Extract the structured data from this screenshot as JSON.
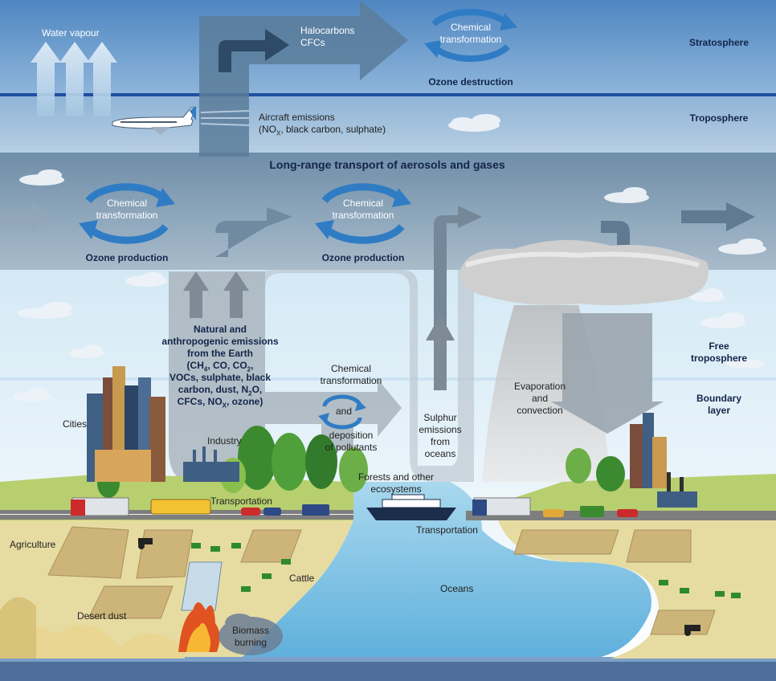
{
  "atmosphere_layers": {
    "stratosphere": "Stratosphere",
    "troposphere": "Troposphere",
    "free_troposphere_line1": "Free",
    "free_troposphere_line2": "troposphere",
    "boundary_layer_line1": "Boundary",
    "boundary_layer_line2": "layer"
  },
  "top": {
    "water_vapour": "Water vapour",
    "halocarbons": "Halocarbons",
    "cfcs": "CFCs",
    "aircraft_emissions": "Aircraft emissions",
    "aircraft_emissions_detail_pre": "(NO",
    "aircraft_emissions_detail_sub": "X",
    "aircraft_emissions_detail_post": ", black carbon, sulphate)",
    "ozone_destruction": "Ozone destruction",
    "long_range_transport": "Long-range transport of aerosols and gases"
  },
  "cycles": {
    "chemical_line1": "Chemical",
    "transformation": "transformation",
    "ozone_production": "Ozone production",
    "and": "and"
  },
  "emissions": {
    "title_line1": "Natural and",
    "title_line2": "anthropogenic emissions",
    "title_line3": "from the Earth",
    "l4_ch": "(CH",
    "l4_ch_sub": "4",
    "l4_co": ", CO, CO",
    "l4_co_sub": "2",
    "l4_end": ",",
    "l5": "VOCs, sulphate, black",
    "l6_pre": "carbon, dust, N",
    "l6_sub": "2",
    "l6_post": "O,",
    "l7_pre": "CFCs, NO",
    "l7_sub": "X",
    "l7_post": ", ozone)"
  },
  "deposition": {
    "line1": "Chemical",
    "line2": "transformation",
    "and": "and",
    "line3": "deposition",
    "line4": "of pollutants"
  },
  "middle": {
    "sulphur_1": "Sulphur",
    "sulphur_2": "emissions",
    "sulphur_3": "from",
    "sulphur_4": "oceans",
    "evaporation_1": "Evaporation",
    "evaporation_2": "and",
    "evaporation_3": "convection"
  },
  "ground": {
    "cities": "Cities",
    "industry": "Industry",
    "transportation_left": "Transportation",
    "forests_1": "Forests and other",
    "forests_2": "ecosystems",
    "transportation_center": "Transportation",
    "agriculture": "Agriculture",
    "cattle": "Cattle",
    "oceans": "Oceans",
    "desert_dust": "Desert dust",
    "biomass_1": "Biomass",
    "biomass_2": "burning"
  },
  "colors": {
    "stratosphere": "#5a8fc6",
    "troposphere_band": "#7d99b4",
    "arrow_dark": "#4a6a86",
    "arrow_grey": "#8a9aa6",
    "cycle_blue": "#2f7cc4",
    "land": "#e8dfa5",
    "ocean": "#7fc2e3",
    "field_brown": "#c4a869",
    "grass": "#b8cf6f"
  }
}
